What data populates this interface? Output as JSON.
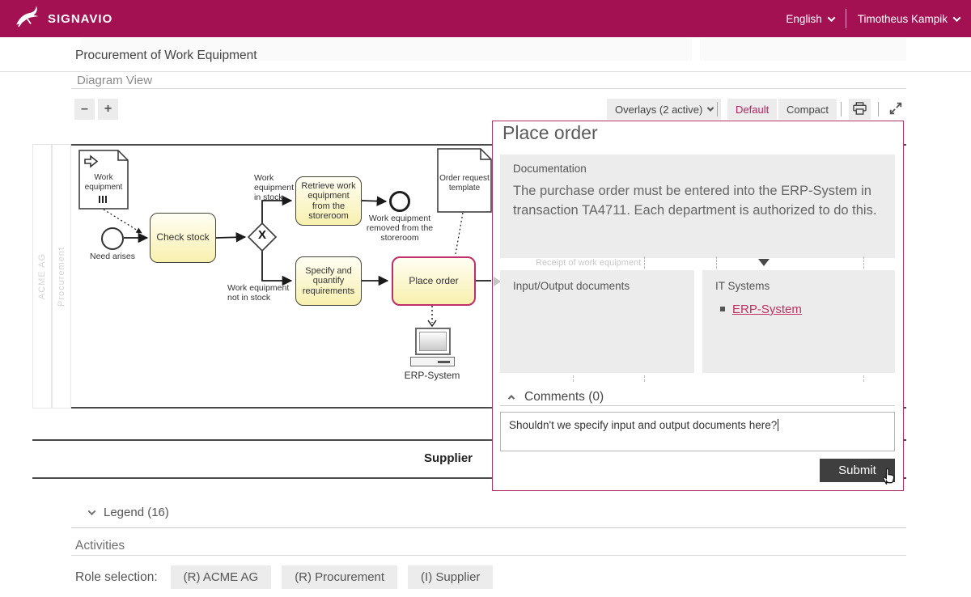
{
  "colors": {
    "brand": "#a41152",
    "accent": "#bf2e6a",
    "link": "#c22f63",
    "task_fill": "#f8f0ae",
    "panel_gray": "#ececec"
  },
  "header": {
    "brand": "SIGNAVIO",
    "language": "English",
    "user": "Timotheus Kampik"
  },
  "page": {
    "title": "Procurement of Work Equipment",
    "view_label": "Diagram View"
  },
  "toolbar": {
    "zoom_out": "–",
    "zoom_in": "+",
    "overlays": "Overlays (2 active)",
    "mode_default": "Default",
    "mode_compact": "Compact"
  },
  "diagram": {
    "pool": "ACME AG",
    "lane": "Procurement",
    "pool2": "Supplier",
    "doc_work_equipment": "Work equipment",
    "doc_order_template": "Order request template",
    "start_event": "Need arises",
    "task_check_stock": "Check stock",
    "task_retrieve": "Retrieve work equipment from the storeroom",
    "task_specify": "Specify and quantify requirements",
    "task_place_order": "Place order",
    "end_event": "Work equipment removed from the storeroom",
    "flow_in_stock": "Work equipment in stock",
    "flow_not_in_stock": "Work equipment not in stock",
    "gateway_marker": "X",
    "it_system": "ERP-System",
    "ghost_task": "Receipt of work equipment"
  },
  "popup": {
    "title": "Place order",
    "documentation_label": "Documentation",
    "documentation_text": "The purchase order must be entered into the ERP-System in transaction TA4711. Each department is authorized to do this.",
    "io_label": "Input/Output documents",
    "it_label": "IT Systems",
    "it_link": "ERP-System",
    "comments_label": "Comments (0)",
    "comment_value": "Shouldn't we specify input and output documents here?",
    "submit_label": "Submit"
  },
  "footer": {
    "legend": "Legend (16)",
    "activities": "Activities",
    "role_label": "Role selection:",
    "roles": [
      "(R) ACME AG",
      "(R) Procurement",
      "(I) Supplier"
    ]
  }
}
